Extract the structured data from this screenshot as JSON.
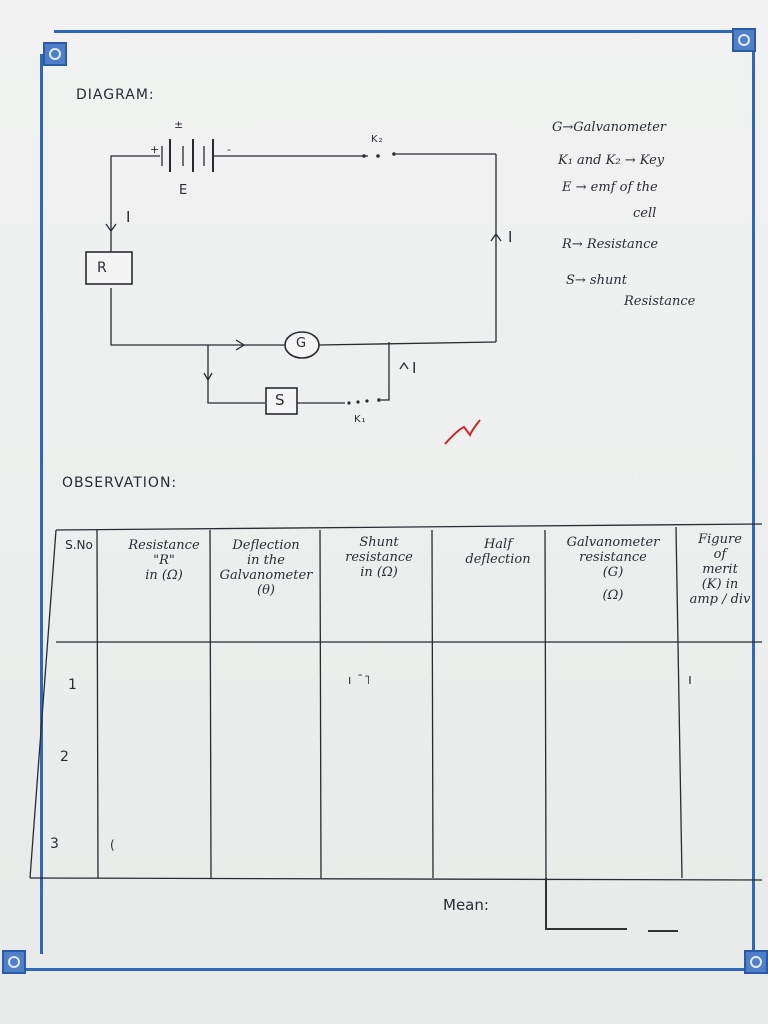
{
  "diagram": {
    "heading": "DIAGRAM:",
    "labels": {
      "plus_top": "±",
      "plus": "+",
      "minus": "-",
      "battery": "E",
      "key2": "K₂",
      "key1": "K₁",
      "current": "I",
      "resistor": "R",
      "galvanometer": "G",
      "shunt": "S"
    }
  },
  "legend": [
    "G→Galvanometer",
    "K₁ and K₂ → Key",
    "E → emf of the",
    "cell",
    "R→ Resistance",
    "S→ shunt",
    "Resistance"
  ],
  "observation": {
    "heading": "OBSERVATION:",
    "columns": [
      "S.No",
      [
        "Resistance",
        "\"R\"",
        "in (Ω)"
      ],
      [
        "Deflection",
        "in the",
        "Galvanometer",
        "(θ)"
      ],
      [
        "Shunt",
        "resistance",
        "in (Ω)"
      ],
      [
        "Half",
        "deflection"
      ],
      [
        "Galvanometer",
        "resistance",
        "(G)",
        "(Ω)"
      ],
      [
        "Figure",
        "of",
        "merit",
        "(K) in",
        "amp / div"
      ]
    ],
    "rows": [
      {
        "sno": "1"
      },
      {
        "sno": "2"
      },
      {
        "sno": "3"
      }
    ],
    "marks": [
      "ı ˉ˥",
      "ı",
      "("
    ],
    "mean_label": "Mean:"
  }
}
